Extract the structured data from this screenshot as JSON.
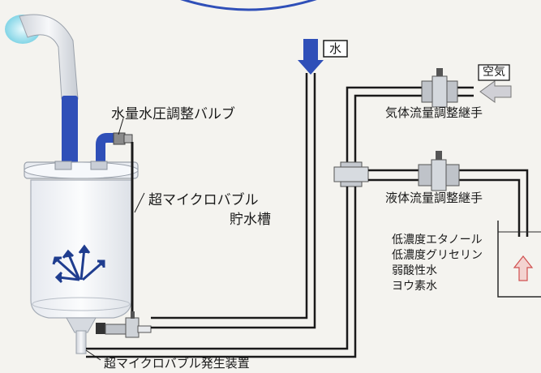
{
  "labels": {
    "water": "水",
    "air": "空気",
    "valve": "水量水圧調整バルブ",
    "tank_line1": "超マイクロバブル",
    "tank_line2": "貯水槽",
    "gas_joint": "気体流量調整継手",
    "liquid_joint": "液体流量調整継手",
    "generator": "超マイクロバブル発生装置"
  },
  "additives": [
    "低濃度エタノール",
    "低濃度グリセリン",
    "弱酸性水",
    "ヨウ素水"
  ],
  "colors": {
    "blue": "#2f4fb8",
    "pipe": "#1a1a1a",
    "background": "#f4f3ef",
    "arrow_fill": "#f3d3d0",
    "arrow_stroke": "#d05050",
    "air_arrow": "#cfcfd4"
  }
}
